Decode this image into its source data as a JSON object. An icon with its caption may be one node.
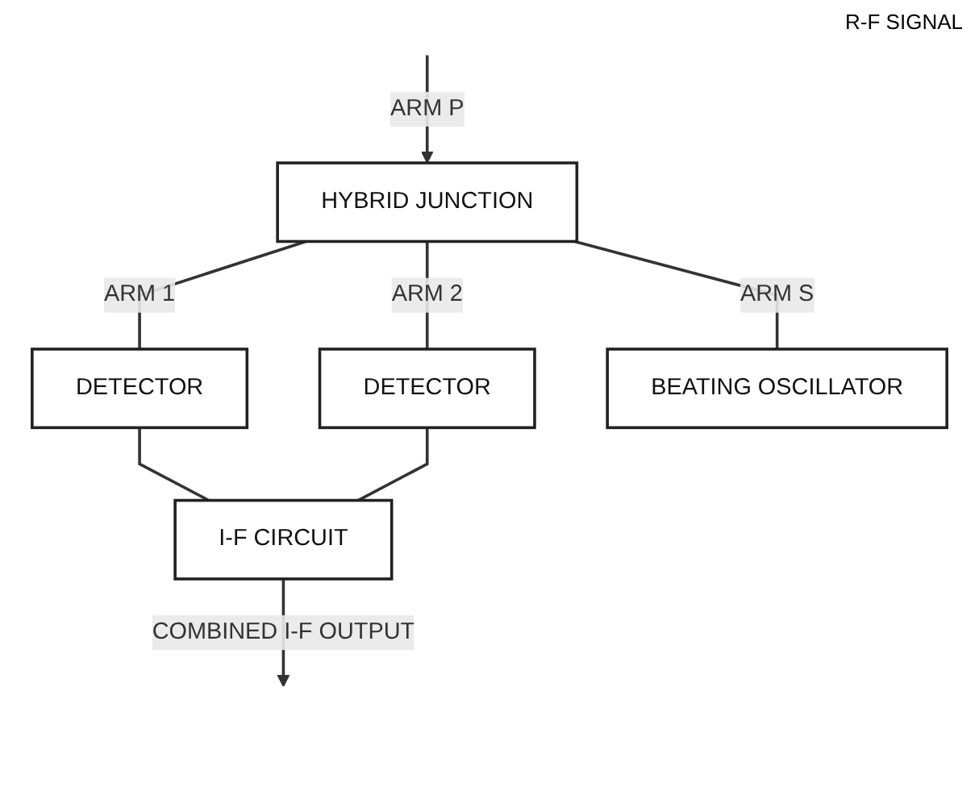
{
  "diagram": {
    "nodes": [
      {
        "text": [
          "DETECTOR"
        ]
      },
      {
        "text": [
          "HYBRID JUNCTION"
        ]
      },
      {
        "text": [
          "DETECTOR"
        ]
      },
      {
        "text": [
          "BEATING OSCILLATOR"
        ]
      },
      {
        "text": [
          "I-F CIRCUIT"
        ]
      }
    ],
    "edges": [
      {
        "from": null,
        "to": 1,
        "arrow": "to",
        "label": "ARM P"
      },
      {
        "from": 1,
        "to": 0,
        "arrow": "none",
        "label": "ARM 1"
      },
      {
        "from": 1,
        "to": 2,
        "arrow": "none",
        "label": "ARM 2"
      },
      {
        "from": 1,
        "to": 3,
        "arrow": "none",
        "label": "ARM S"
      },
      {
        "from": 0,
        "to": 4,
        "arrow": "none"
      },
      {
        "from": 2,
        "to": 4,
        "arrow": "none"
      },
      {
        "from": 4,
        "to": null,
        "arrow": "to",
        "label": "COMBINED I-F OUTPUT"
      }
    ],
    "labels": [
      "R-F SIGNAL"
    ]
  }
}
